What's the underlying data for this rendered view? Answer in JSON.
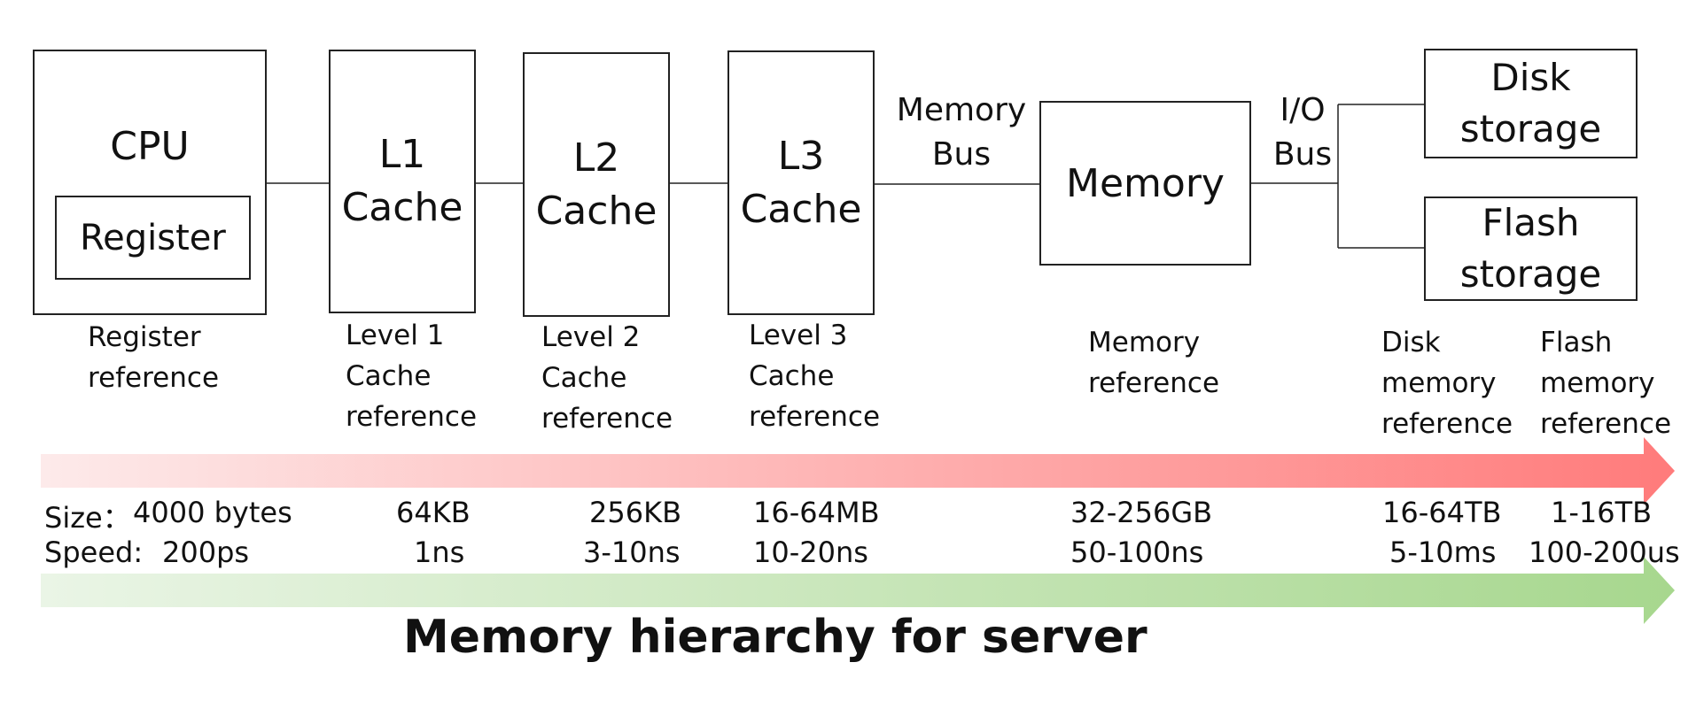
{
  "components": {
    "cpu": "CPU",
    "register": "Register",
    "l1": "L1\nCache",
    "l2": "L2\nCache",
    "l3": "L3\nCache",
    "memory": "Memory",
    "disk": "Disk\nstorage",
    "flash": "Flash\nstorage"
  },
  "buses": {
    "memory_bus": "Memory\nBus",
    "io_bus": "I/O\nBus"
  },
  "references": {
    "register": "Register\nreference",
    "l1": "Level 1\nCache\nreference",
    "l2": "Level 2\nCache\nreference",
    "l3": "Level 3\nCache\nreference",
    "memory": "Memory\nreference",
    "disk": "Disk\nmemory\nreference",
    "flash": "Flash\nmemory\nreference"
  },
  "metrics": {
    "size_label": "Size：",
    "speed_label": "Speed:",
    "size": {
      "register": "4000 bytes",
      "l1": "64KB",
      "l2": "256KB",
      "l3": "16-64MB",
      "memory": "32-256GB",
      "disk": "16-64TB",
      "flash": "1-16TB"
    },
    "speed": {
      "register": "200ps",
      "l1": "1ns",
      "l2": "3-10ns",
      "l3": "10-20ns",
      "memory": "50-100ns",
      "disk": "5-10ms",
      "flash": "100-200us"
    }
  },
  "title": "Memory hierarchy for server",
  "colors": {
    "size_arrow_start": "#fdeaea",
    "size_arrow_end": "#ff7b7b",
    "speed_arrow_start": "#eaf5e6",
    "speed_arrow_end": "#a7d78e",
    "line": "#222222"
  }
}
